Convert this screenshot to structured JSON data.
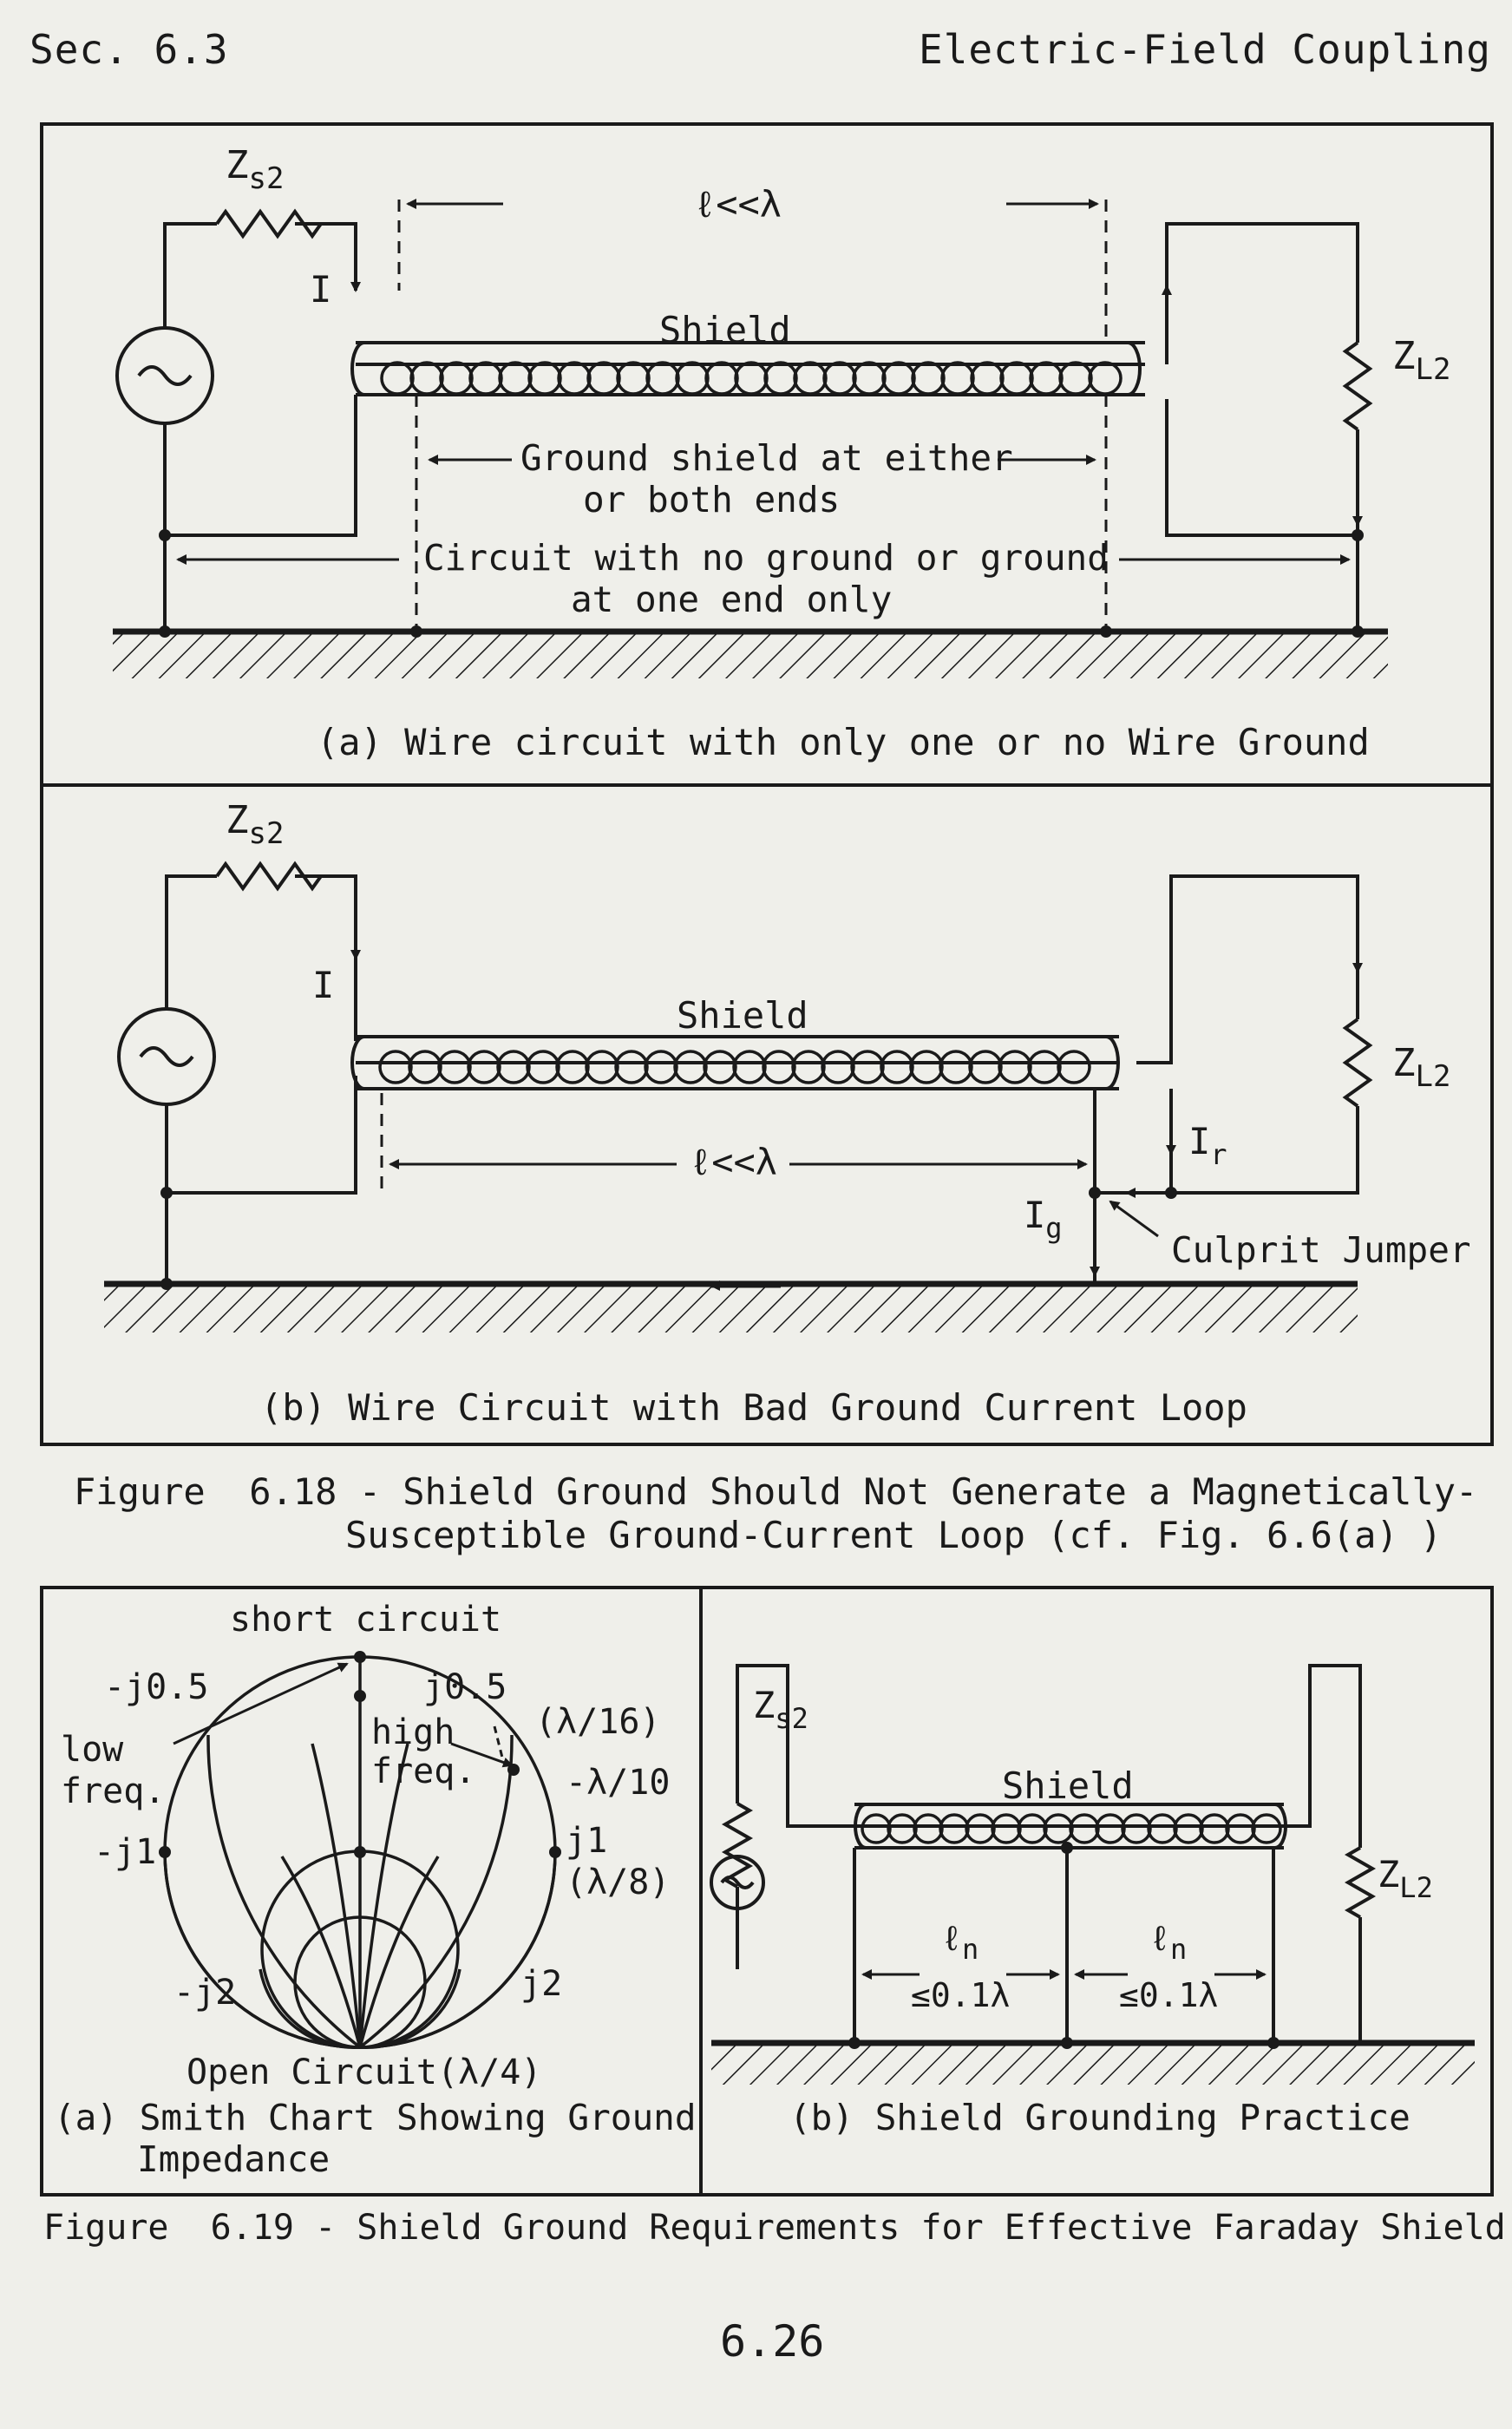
{
  "header": {
    "left": "Sec. 6.3",
    "right": "Electric-Field Coupling"
  },
  "fig618": {
    "a": {
      "zs2": "Z",
      "zs2_sub": "s2",
      "zl2": "Z",
      "zl2_sub": "L2",
      "current": "I",
      "length": "ℓ<<λ",
      "shield": "Shield",
      "ground_shield_1": "Ground shield at either",
      "ground_shield_2": "or both ends",
      "circuit_1": "Circuit with no ground or ground",
      "circuit_2": "at one end only",
      "caption": "(a) Wire circuit with only one or no Wire Ground"
    },
    "b": {
      "zs2": "Z",
      "zs2_sub": "s2",
      "zl2": "Z",
      "zl2_sub": "L2",
      "current": "I",
      "shield": "Shield",
      "length": "ℓ<<λ",
      "ir": "I",
      "ir_sub": "r",
      "ig": "I",
      "ig_sub": "g",
      "jumper": "Culprit Jumper",
      "caption": "(b) Wire Circuit with Bad Ground Current Loop"
    },
    "caption_line1": "Figure  6.18 - Shield Ground Should Not Generate a Magnetically-",
    "caption_line2": "Susceptible Ground-Current Loop (cf. Fig. 6.6(a) )"
  },
  "fig619": {
    "a": {
      "short_circuit": "short circuit",
      "neg_j05": "-j0.5",
      "pos_j05": "j0.5",
      "lambda16": "(λ/16)",
      "low_freq_1": "low",
      "low_freq_2": "freq.",
      "high_freq_1": "high",
      "high_freq_2": "freq.",
      "lambda10": "-λ/10",
      "neg_j1": "-j1",
      "pos_j1": "j1",
      "lambda8": "(λ/8)",
      "neg_j2": "-j2",
      "pos_j2": "j2",
      "open_circuit": "Open Circuit(λ/4)",
      "caption_1": "(a) Smith Chart Showing Ground",
      "caption_2": "Impedance"
    },
    "b": {
      "zs2": "Z",
      "zs2_sub": "s2",
      "zl2": "Z",
      "zl2_sub": "L2",
      "shield": "Shield",
      "ln": "ℓ",
      "ln_sub": "n",
      "lte": "≤0.1λ",
      "caption": "(b) Shield Grounding Practice"
    },
    "caption": "Figure  6.19 - Shield Ground Requirements for Effective Faraday Shield"
  },
  "page_number": "6.26"
}
